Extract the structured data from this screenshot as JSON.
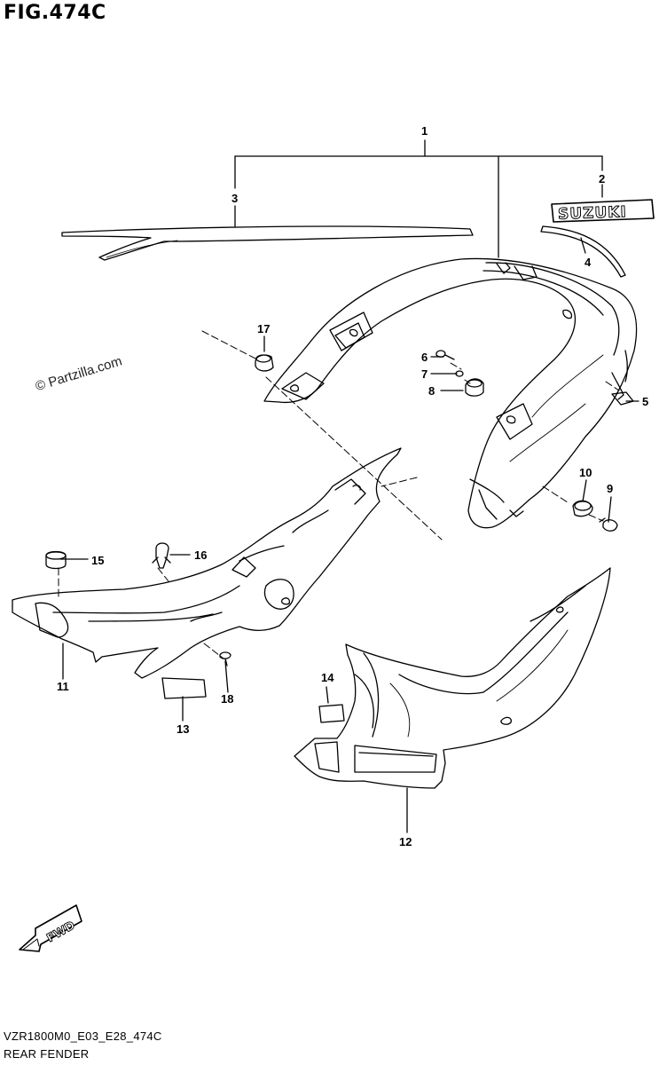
{
  "figure": {
    "title": "FIG.474C",
    "watermark": "© Partzilla.com",
    "footer_code": "VZR1800M0_E03_E28_474C",
    "footer_name": "REAR FENDER"
  },
  "callouts": [
    "1",
    "2",
    "3",
    "4",
    "5",
    "6",
    "7",
    "8",
    "9",
    "10",
    "11",
    "12",
    "13",
    "14",
    "15",
    "16",
    "17",
    "18"
  ],
  "emblem_text": "SUZUKI",
  "arrow_text": "FWD"
}
